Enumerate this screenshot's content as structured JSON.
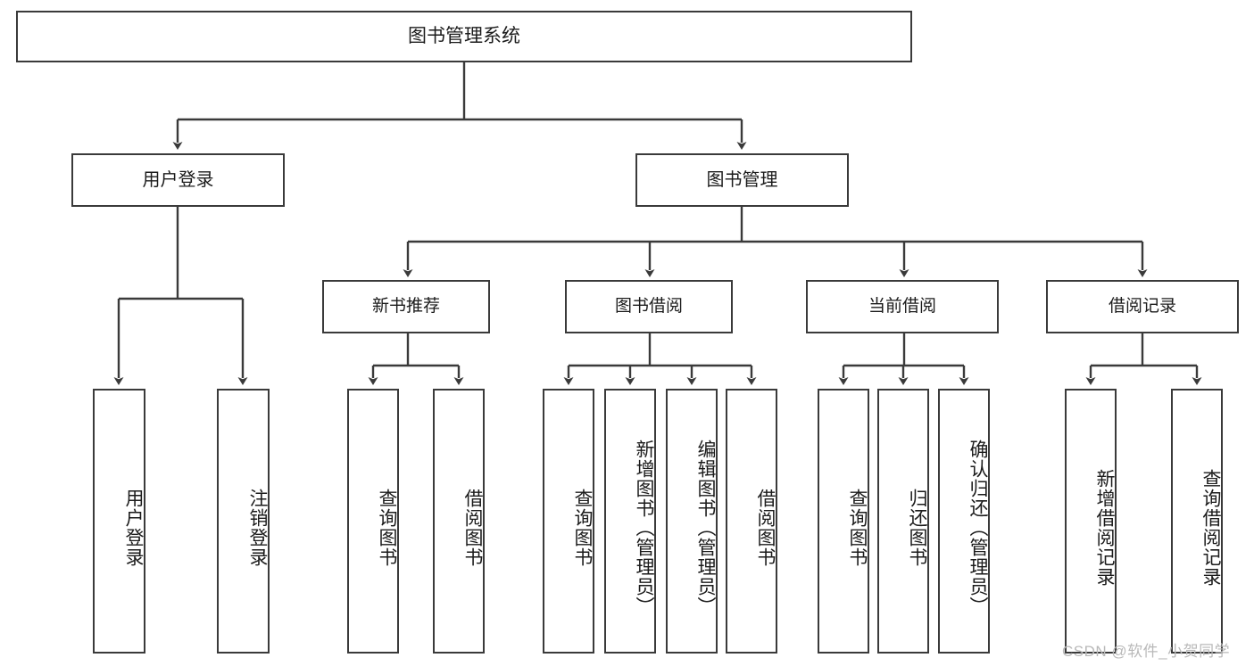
{
  "diagram": {
    "title": "图书管理系统",
    "type": "tree-hierarchy-diagram",
    "colors": {
      "box_border": "#3a3a3a",
      "box_fill": "#ffffff",
      "line": "#3a3a3a",
      "text": "#1b1b1b",
      "watermark": "#b9b9b9",
      "background": "#ffffff"
    },
    "root": {
      "label": "图书管理系统"
    },
    "level1": [
      {
        "label": "用户登录"
      },
      {
        "label": "图书管理"
      }
    ],
    "level2": [
      {
        "label": "新书推荐"
      },
      {
        "label": "图书借阅"
      },
      {
        "label": "当前借阅"
      },
      {
        "label": "借阅记录"
      }
    ],
    "leaves_user_login": [
      {
        "label": "用户登录"
      },
      {
        "label": "注销登录"
      }
    ],
    "leaves_new_book": [
      {
        "label": "查询图书"
      },
      {
        "label": "借阅图书"
      }
    ],
    "leaves_borrow": [
      {
        "label": "查询图书"
      },
      {
        "label": "新增图书（管理员）"
      },
      {
        "label": "编辑图书（管理员）"
      },
      {
        "label": "借阅图书"
      }
    ],
    "leaves_current": [
      {
        "label": "查询图书"
      },
      {
        "label": "归还图书"
      },
      {
        "label": "确认归还（管理员）"
      }
    ],
    "leaves_record": [
      {
        "label": "新增借阅记录"
      },
      {
        "label": "查询借阅记录"
      }
    ],
    "watermark": "CSDN @软件_小贺同学"
  }
}
